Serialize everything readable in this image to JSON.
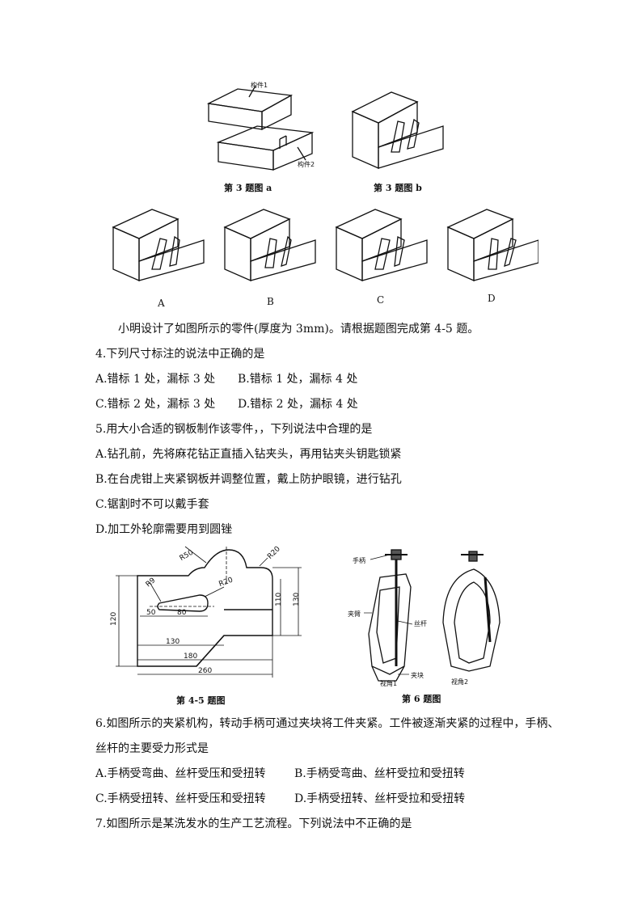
{
  "figures": {
    "fig3a": {
      "caption": "第 3 题图 a",
      "label1": "构件1",
      "label2": "构件2"
    },
    "fig3b": {
      "caption": "第 3 题图 b"
    },
    "options": [
      "A",
      "B",
      "C",
      "D"
    ],
    "fig45": {
      "caption": "第 4-5 题图",
      "dims": [
        "R50",
        "R20",
        "R9",
        "R20",
        "120",
        "110",
        "130",
        "50",
        "80",
        "130",
        "180",
        "260"
      ]
    },
    "fig6": {
      "caption": "第 6 题图",
      "labels": {
        "handle": "手柄",
        "arm": "夹臂",
        "screw": "丝杆",
        "block": "夹块",
        "view1": "视角1",
        "view2": "视角2"
      }
    }
  },
  "intro": "小明设计了如图所示的零件(厚度为 3mm)。请根据题图完成第 4-5 题。",
  "q4": {
    "stem": "4.下列尺寸标注的说法中正确的是",
    "A": "A.错标 1 处，漏标 3 处",
    "B": "B.错标 1 处，漏标 4 处",
    "C": "C.错标 2 处，漏标 3 处",
    "D": "D.错标 2 处，漏标 4 处"
  },
  "q5": {
    "stem": "5.用大小合适的钢板制作该零件，，下列说法中合理的是",
    "A": "A.钻孔前，先将麻花钻正直插入钻夹头，再用钻夹头钥匙锁紧",
    "B": "B.在台虎钳上夹紧钢板并调整位置，戴上防护眼镜，进行钻孔",
    "C": "C.锯割时不可以戴手套",
    "D": "D.加工外轮廓需要用到圆锉"
  },
  "q6": {
    "stem1": "6.如图所示的夹紧机构，转动手柄可通过夹块将工件夹紧。工件被逐渐夹紧的过程中，手柄、",
    "stem2": "丝杆的主要受力形式是",
    "A": "A.手柄受弯曲、丝杆受压和受扭转",
    "B": "B.手柄受弯曲、丝杆受拉和受扭转",
    "C": "C.手柄受扭转、丝杆受压和受扭转",
    "D": "D.手柄受扭转、丝杆受拉和受扭转"
  },
  "q7": {
    "stem": "7.如图所示是某洗发水的生产工艺流程。下列说法中不正确的是"
  }
}
